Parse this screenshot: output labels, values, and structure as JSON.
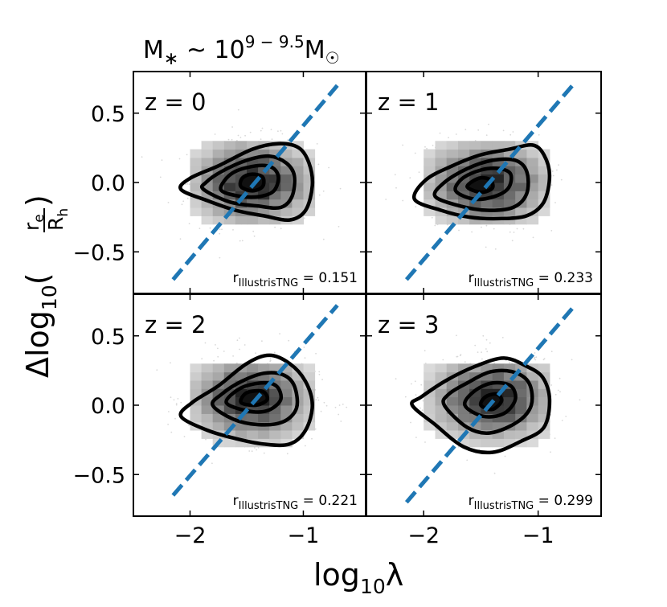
{
  "figure": {
    "title": "M* ~ 10^(9-9.5) M☉",
    "title_parts": {
      "m": "M",
      "star": "∗",
      "sim": " ~ 10",
      "exp": "9 − 9.5",
      "m2": "M",
      "sun": "☉"
    },
    "xlabel": "log10λ",
    "xlabel_parts": {
      "main": "log",
      "sub": "10",
      "tail": "λ"
    },
    "ylabel": "Δlog10(re/Rh)",
    "ylabel_parts": {
      "main": "Δlog",
      "sub": "10",
      "open": "(",
      "num": "r",
      "num_sub": "e",
      "den": "R",
      "den_sub": "h",
      "close": ")"
    },
    "colors": {
      "fit_line": "#1f77b4",
      "contour": "#000000",
      "scatter": "#d9d9d9"
    }
  },
  "chart_data": [
    {
      "type": "scatter",
      "panel": "z = 0",
      "label": "z = 0",
      "stat_label": {
        "r": "r",
        "sub": "IllustrisTNG",
        "eq": " = 0.151"
      },
      "xlim": [
        -2.5,
        -0.45
      ],
      "ylim": [
        -0.8,
        0.8
      ],
      "xticks": [
        -2,
        -1
      ],
      "xtick_labels": [
        "−2",
        "−1"
      ],
      "yticks": [
        -0.5,
        0.0,
        0.5
      ],
      "ytick_labels": [
        "−0.5",
        "0.0",
        "0.5"
      ],
      "fit_line": {
        "x": [
          -2.15,
          -0.7
        ],
        "y": [
          -0.7,
          0.7
        ]
      },
      "center": [
        -1.45,
        0.0
      ],
      "contours": [
        [
          [
            -2.08,
            -0.05
          ],
          [
            -1.85,
            -0.13
          ],
          [
            -1.6,
            -0.2
          ],
          [
            -1.35,
            -0.24
          ],
          [
            -1.12,
            -0.27
          ],
          [
            -0.98,
            -0.2
          ],
          [
            -0.92,
            -0.02
          ],
          [
            -0.95,
            0.14
          ],
          [
            -1.04,
            0.25
          ],
          [
            -1.22,
            0.28
          ],
          [
            -1.45,
            0.24
          ],
          [
            -1.75,
            0.12
          ],
          [
            -2.0,
            0.03
          ]
        ],
        [
          [
            -1.88,
            -0.05
          ],
          [
            -1.65,
            -0.14
          ],
          [
            -1.4,
            -0.17
          ],
          [
            -1.2,
            -0.18
          ],
          [
            -1.1,
            -0.1
          ],
          [
            -1.08,
            0.05
          ],
          [
            -1.15,
            0.14
          ],
          [
            -1.3,
            0.19
          ],
          [
            -1.5,
            0.16
          ],
          [
            -1.72,
            0.08
          ],
          [
            -1.86,
            0.0
          ]
        ],
        [
          [
            -1.72,
            -0.06
          ],
          [
            -1.55,
            -0.1
          ],
          [
            -1.38,
            -0.1
          ],
          [
            -1.26,
            -0.06
          ],
          [
            -1.22,
            0.04
          ],
          [
            -1.28,
            0.11
          ],
          [
            -1.42,
            0.12
          ],
          [
            -1.6,
            0.08
          ],
          [
            -1.7,
            0.01
          ]
        ],
        [
          [
            -1.55,
            -0.03
          ],
          [
            -1.45,
            -0.06
          ],
          [
            -1.36,
            -0.03
          ],
          [
            -1.36,
            0.04
          ],
          [
            -1.46,
            0.06
          ],
          [
            -1.54,
            0.03
          ]
        ]
      ]
    },
    {
      "type": "scatter",
      "panel": "z = 1",
      "label": "z = 1",
      "stat_label": {
        "r": "r",
        "sub": "IllustrisTNG",
        "eq": " = 0.233"
      },
      "xlim": [
        -2.5,
        -0.45
      ],
      "ylim": [
        -0.8,
        0.8
      ],
      "xticks": [
        -2,
        -1
      ],
      "xtick_labels": [
        "−2",
        "−1"
      ],
      "yticks": [
        -0.5,
        0.0,
        0.5
      ],
      "ytick_labels": [
        "−0.5",
        "0.0",
        "0.5"
      ],
      "fit_line": {
        "x": [
          -2.15,
          -0.7
        ],
        "y": [
          -0.7,
          0.7
        ]
      },
      "center": [
        -1.45,
        0.0
      ],
      "contours": [
        [
          [
            -2.08,
            -0.12
          ],
          [
            -1.85,
            -0.2
          ],
          [
            -1.6,
            -0.25
          ],
          [
            -1.35,
            -0.26
          ],
          [
            -1.1,
            -0.24
          ],
          [
            -0.95,
            -0.14
          ],
          [
            -0.9,
            0.05
          ],
          [
            -0.95,
            0.2
          ],
          [
            -1.05,
            0.27
          ],
          [
            -1.25,
            0.24
          ],
          [
            -1.5,
            0.2
          ],
          [
            -1.75,
            0.12
          ],
          [
            -1.98,
            0.02
          ]
        ],
        [
          [
            -1.9,
            -0.1
          ],
          [
            -1.68,
            -0.17
          ],
          [
            -1.45,
            -0.2
          ],
          [
            -1.22,
            -0.18
          ],
          [
            -1.1,
            -0.08
          ],
          [
            -1.1,
            0.08
          ],
          [
            -1.2,
            0.16
          ],
          [
            -1.4,
            0.16
          ],
          [
            -1.62,
            0.1
          ],
          [
            -1.82,
            0.0
          ]
        ],
        [
          [
            -1.72,
            -0.06
          ],
          [
            -1.56,
            -0.12
          ],
          [
            -1.38,
            -0.1
          ],
          [
            -1.26,
            -0.04
          ],
          [
            -1.24,
            0.06
          ],
          [
            -1.34,
            0.1
          ],
          [
            -1.5,
            0.09
          ],
          [
            -1.66,
            0.03
          ]
        ],
        [
          [
            -1.62,
            -0.03
          ],
          [
            -1.5,
            -0.07
          ],
          [
            -1.4,
            -0.04
          ],
          [
            -1.42,
            0.02
          ],
          [
            -1.52,
            0.03
          ]
        ]
      ]
    },
    {
      "type": "scatter",
      "panel": "z = 2",
      "label": "z = 2",
      "stat_label": {
        "r": "r",
        "sub": "IllustrisTNG",
        "eq": " = 0.221"
      },
      "xlim": [
        -2.5,
        -0.45
      ],
      "ylim": [
        -0.8,
        0.8
      ],
      "xticks": [
        -2,
        -1
      ],
      "xtick_labels": [
        "−2",
        "−1"
      ],
      "yticks": [
        -0.5,
        0.0,
        0.5
      ],
      "ytick_labels": [
        "−0.5",
        "0.0",
        "0.5"
      ],
      "fit_line": {
        "x": [
          -2.15,
          -0.7
        ],
        "y": [
          -0.65,
          0.72
        ]
      },
      "center": [
        -1.45,
        0.05
      ],
      "contours": [
        [
          [
            -2.08,
            -0.08
          ],
          [
            -1.85,
            -0.18
          ],
          [
            -1.6,
            -0.24
          ],
          [
            -1.35,
            -0.28
          ],
          [
            -1.12,
            -0.28
          ],
          [
            -0.98,
            -0.18
          ],
          [
            -0.92,
            0.0
          ],
          [
            -0.98,
            0.17
          ],
          [
            -1.12,
            0.3
          ],
          [
            -1.3,
            0.36
          ],
          [
            -1.5,
            0.3
          ],
          [
            -1.75,
            0.14
          ],
          [
            -1.98,
            0.02
          ]
        ],
        [
          [
            -1.8,
            0.0
          ],
          [
            -1.62,
            -0.1
          ],
          [
            -1.4,
            -0.14
          ],
          [
            -1.18,
            -0.12
          ],
          [
            -1.06,
            -0.02
          ],
          [
            -1.08,
            0.14
          ],
          [
            -1.18,
            0.22
          ],
          [
            -1.35,
            0.23
          ],
          [
            -1.55,
            0.17
          ],
          [
            -1.72,
            0.08
          ]
        ],
        [
          [
            -1.68,
            0.02
          ],
          [
            -1.5,
            -0.04
          ],
          [
            -1.32,
            -0.04
          ],
          [
            -1.2,
            0.04
          ],
          [
            -1.24,
            0.14
          ],
          [
            -1.38,
            0.16
          ],
          [
            -1.56,
            0.12
          ]
        ],
        [
          [
            -1.55,
            0.02
          ],
          [
            -1.42,
            0.0
          ],
          [
            -1.32,
            0.04
          ],
          [
            -1.36,
            0.1
          ],
          [
            -1.5,
            0.09
          ]
        ]
      ]
    },
    {
      "type": "scatter",
      "panel": "z = 3",
      "label": "z = 3",
      "stat_label": {
        "r": "r",
        "sub": "IllustrisTNG",
        "eq": " = 0.299"
      },
      "xlim": [
        -2.5,
        -0.45
      ],
      "ylim": [
        -0.8,
        0.8
      ],
      "xticks": [
        -2,
        -1
      ],
      "xtick_labels": [
        "−2",
        "−1"
      ],
      "yticks": [
        -0.5,
        0.0,
        0.5
      ],
      "ytick_labels": [
        "−0.5",
        "0.0",
        "0.5"
      ],
      "fit_line": {
        "x": [
          -2.15,
          -0.7
        ],
        "y": [
          -0.7,
          0.7
        ]
      },
      "center": [
        -1.4,
        0.05
      ],
      "contours": [
        [
          [
            -2.1,
            0.0
          ],
          [
            -1.9,
            -0.14
          ],
          [
            -1.65,
            -0.3
          ],
          [
            -1.4,
            -0.34
          ],
          [
            -1.15,
            -0.26
          ],
          [
            -0.95,
            -0.16
          ],
          [
            -0.9,
            0.04
          ],
          [
            -0.96,
            0.2
          ],
          [
            -1.1,
            0.28
          ],
          [
            -1.3,
            0.34
          ],
          [
            -1.55,
            0.28
          ],
          [
            -1.8,
            0.18
          ],
          [
            -2.02,
            0.06
          ]
        ],
        [
          [
            -1.82,
            0.0
          ],
          [
            -1.62,
            -0.16
          ],
          [
            -1.42,
            -0.2
          ],
          [
            -1.18,
            -0.12
          ],
          [
            -1.06,
            0.0
          ],
          [
            -1.08,
            0.16
          ],
          [
            -1.22,
            0.24
          ],
          [
            -1.42,
            0.24
          ],
          [
            -1.62,
            0.16
          ],
          [
            -1.78,
            0.08
          ]
        ],
        [
          [
            -1.64,
            0.0
          ],
          [
            -1.48,
            -0.08
          ],
          [
            -1.3,
            -0.06
          ],
          [
            -1.2,
            0.04
          ],
          [
            -1.24,
            0.14
          ],
          [
            -1.4,
            0.16
          ],
          [
            -1.56,
            0.1
          ]
        ],
        [
          [
            -1.5,
            0.0
          ],
          [
            -1.4,
            -0.03
          ],
          [
            -1.32,
            0.03
          ],
          [
            -1.36,
            0.08
          ],
          [
            -1.46,
            0.06
          ]
        ]
      ]
    }
  ]
}
